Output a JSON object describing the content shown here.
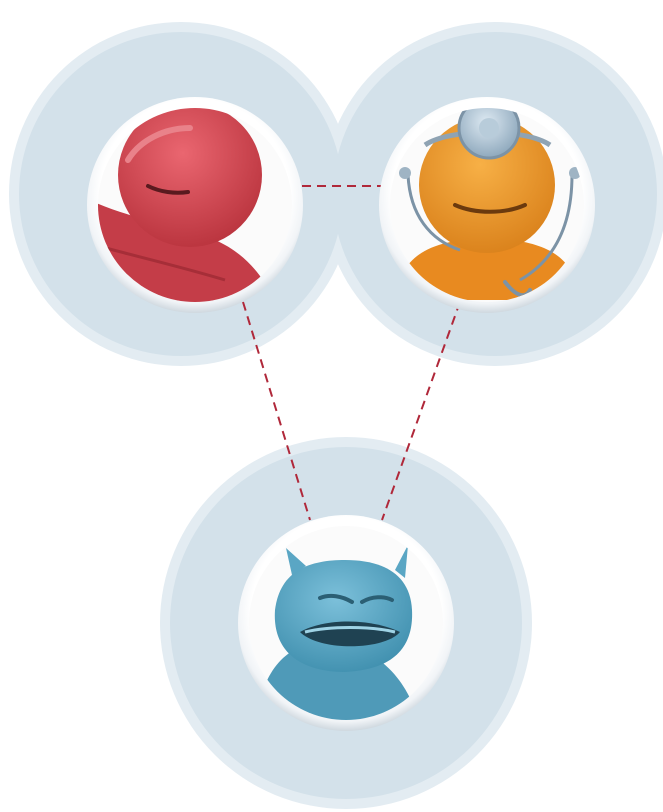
{
  "diagram": {
    "nodes": [
      {
        "id": "red-character",
        "icon": "red-clay-figure-icon"
      },
      {
        "id": "doctor-character",
        "icon": "orange-doctor-figure-with-stethoscope-icon"
      },
      {
        "id": "blue-character",
        "icon": "blue-horned-monster-figure-icon"
      }
    ],
    "edges": [
      {
        "from": "red-character",
        "to": "doctor-character",
        "style": "dashed"
      },
      {
        "from": "red-character",
        "to": "blue-character",
        "style": "dashed"
      },
      {
        "from": "doctor-character",
        "to": "blue-character",
        "style": "dashed"
      }
    ],
    "colors": {
      "zone_fill": "#d3e1ea",
      "zone_rim": "#e3ecf2",
      "connector": "#b0283a",
      "red_figure": "#d94a55",
      "doctor_figure": "#f19a2a",
      "blue_figure": "#5ea8c4"
    }
  }
}
